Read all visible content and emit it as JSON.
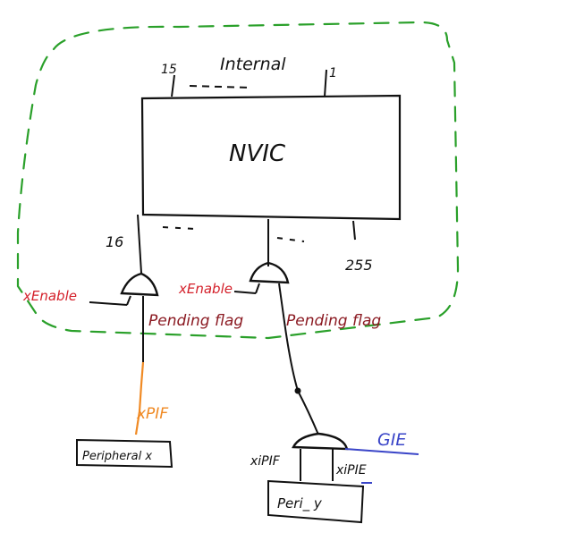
{
  "diagram": {
    "colors": {
      "ink": "#111111",
      "boundary": "#2aa02a",
      "enable": "#d4202a",
      "pending": "#8b1a22",
      "peripheral_flag": "#f08a24",
      "interrupt_enable": "#3a45c8"
    },
    "nvic": {
      "label": "NVIC",
      "internal_label": "Internal",
      "internal_range_start": "15",
      "internal_range_end": "1",
      "external_first": "16",
      "external_last": "255"
    },
    "left_path": {
      "enable_label": "xEnable",
      "pending_label": "Pending flag",
      "flag_label": "xPIF",
      "peripheral_label": "Peripheral x"
    },
    "right_path": {
      "enable_label": "xEnable",
      "pending_label": "Pending flag",
      "flag_label": "xiPIF",
      "ie_label": "xiPIE",
      "global_ie_label": "GIE",
      "peripheral_label": "Peri_ y"
    }
  }
}
